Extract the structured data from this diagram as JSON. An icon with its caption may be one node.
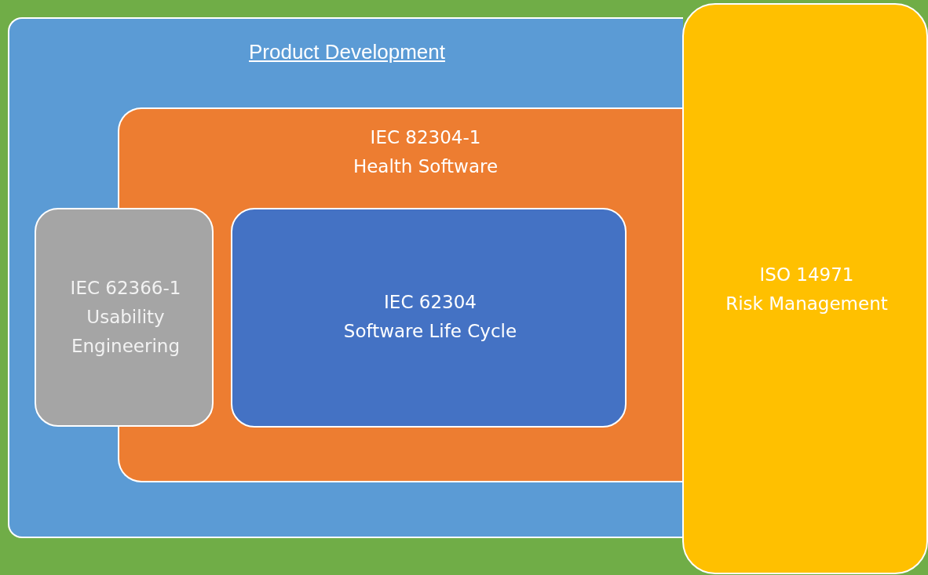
{
  "diagram": {
    "nodes": [
      {
        "text": [
          "Product Development"
        ]
      },
      {
        "text": [
          "IEC 82304-1",
          "Health Software"
        ],
        "in": 0
      },
      {
        "text": [
          "IEC 62366-1",
          "Usability Engineering"
        ],
        "in": 0
      },
      {
        "text": [
          "IEC 62304",
          "Software Life Cycle"
        ],
        "in": 1
      },
      {
        "text": [
          "ISO 14971",
          "Risk Management"
        ]
      }
    ],
    "edges": []
  }
}
